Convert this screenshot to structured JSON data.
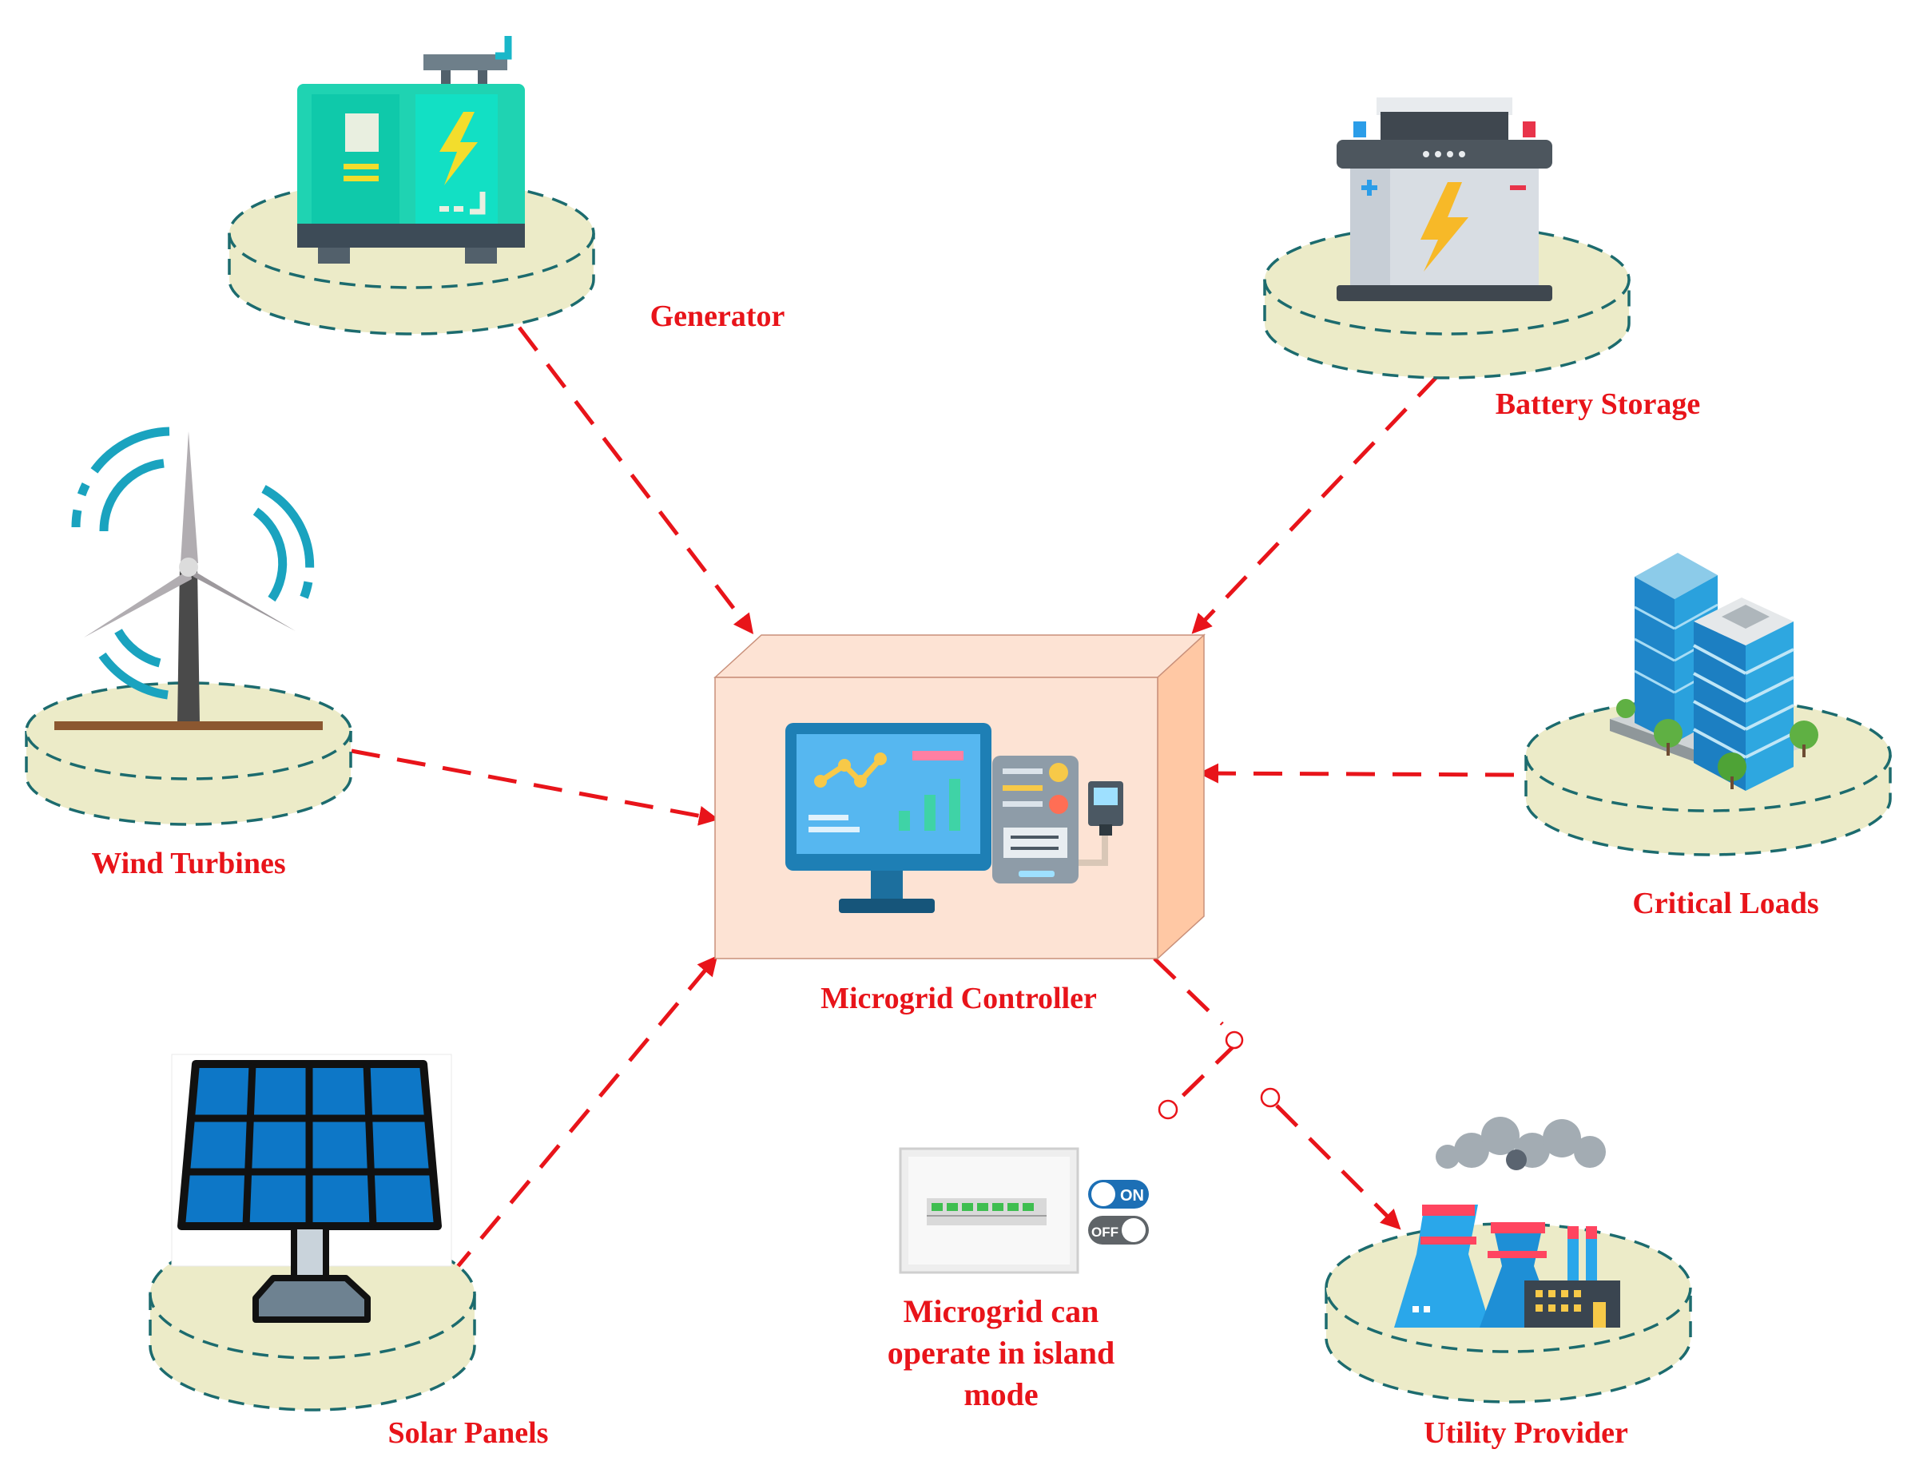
{
  "nodes": {
    "generator": {
      "label": "Generator"
    },
    "battery": {
      "label": "Battery Storage"
    },
    "wind": {
      "label": "Wind Turbines"
    },
    "loads": {
      "label": "Critical Loads"
    },
    "controller": {
      "label": "Microgrid Controller"
    },
    "solar": {
      "label": "Solar Panels"
    },
    "utility": {
      "label": "Utility Provider"
    }
  },
  "island": {
    "lines": [
      "Microgrid can",
      "operate in island",
      "mode"
    ],
    "on_label": "ON",
    "off_label": "OFF"
  },
  "colors": {
    "label_red": "#e8141a",
    "pad_fill": "#ecebc8",
    "pad_stroke": "#1c6b6e",
    "box_front": "#fde3d4",
    "box_side": "#ffc8a4"
  },
  "icons": [
    "generator-icon",
    "battery-icon",
    "wind-turbine-icon",
    "buildings-icon",
    "computer-control-icon",
    "solar-panel-icon",
    "power-plant-icon",
    "breaker-panel-icon",
    "on-off-toggle-icon"
  ]
}
